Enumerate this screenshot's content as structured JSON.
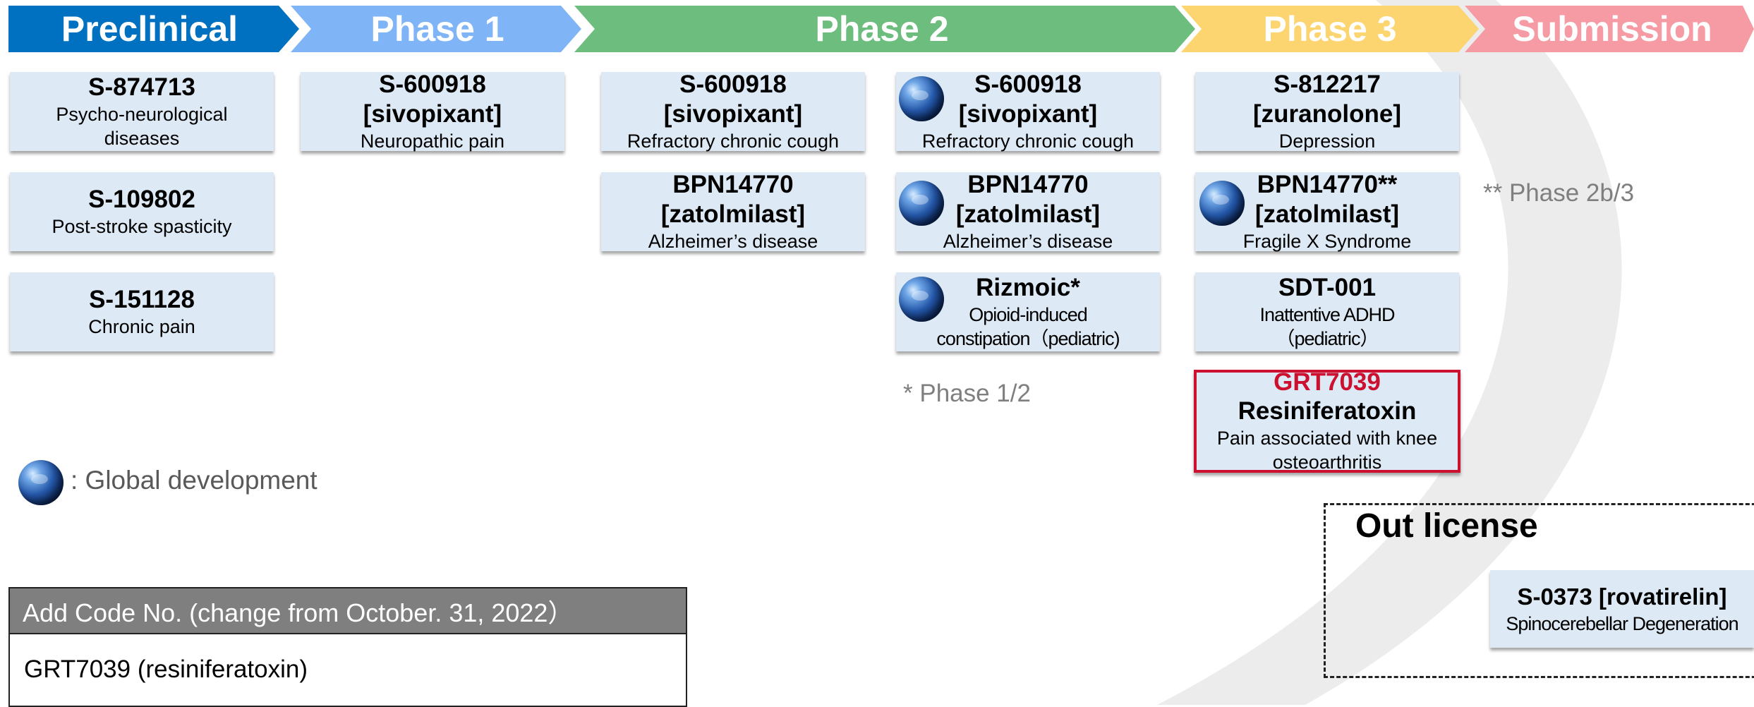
{
  "phases": [
    "Preclinical",
    "Phase 1",
    "Phase 2",
    "Phase 3",
    "Submission"
  ],
  "colors": {
    "preclinical": "#0070c0",
    "phase1": "#7fb5f6",
    "phase2": "#6cbd7e",
    "phase3": "#fcd470",
    "submission": "#f69aa3",
    "card_bg": "#dde9f4",
    "highlight": "#cc1030"
  },
  "cards": {
    "pre1": {
      "name": "S-874713",
      "desc1": "Psycho-neurological",
      "desc2": "diseases"
    },
    "pre2": {
      "name": "S-109802",
      "desc": "Post-stroke spasticity"
    },
    "pre3": {
      "name": "S-151128",
      "desc": "Chronic pain"
    },
    "p1_1": {
      "name": "S-600918",
      "name2": "[sivopixant]",
      "desc": "Neuropathic pain"
    },
    "p2a_1": {
      "name": "S-600918",
      "name2": "[sivopixant]",
      "desc": "Refractory chronic cough"
    },
    "p2a_2": {
      "name": "BPN14770",
      "name2": "[zatolmilast]",
      "desc": "Alzheimer’s disease"
    },
    "p2b_1": {
      "name": "S-600918",
      "name2": "[sivopixant]",
      "desc": "Refractory chronic cough",
      "global": true
    },
    "p2b_2": {
      "name": "BPN14770",
      "name2": "[zatolmilast]",
      "desc": "Alzheimer’s disease",
      "global": true
    },
    "p2b_3": {
      "name": "Rizmoic*",
      "desc1": "Opioid-induced",
      "desc2": "constipation（pediatric)",
      "global": true
    },
    "p3_1": {
      "name": "S-812217",
      "name2": "[zuranolone]",
      "desc": "Depression"
    },
    "p3_2": {
      "name": "BPN14770**",
      "name2": "[zatolmilast]",
      "desc": "Fragile X Syndrome",
      "global": true
    },
    "p3_3": {
      "name": "SDT-001",
      "desc1": "Inattentive ADHD",
      "desc2": "（pediatric）"
    },
    "p3_4": {
      "code": "GRT7039",
      "name": "Resiniferatoxin",
      "desc1": "Pain associated with knee",
      "desc2": "osteoarthritis"
    },
    "ol_1": {
      "name": "S-0373 [rovatirelin]",
      "desc": "Spinocerebellar Degeneration"
    }
  },
  "notes": {
    "phase12": "* Phase 1/2",
    "phase2b3": "** Phase 2b/3"
  },
  "legend": {
    "icon": "globe-icon",
    "label": ": Global development"
  },
  "out_license": {
    "title": "Out license"
  },
  "code_table": {
    "header": "Add Code No. (change from October. 31, 2022）",
    "row": "GRT7039 (resiniferatoxin)"
  }
}
